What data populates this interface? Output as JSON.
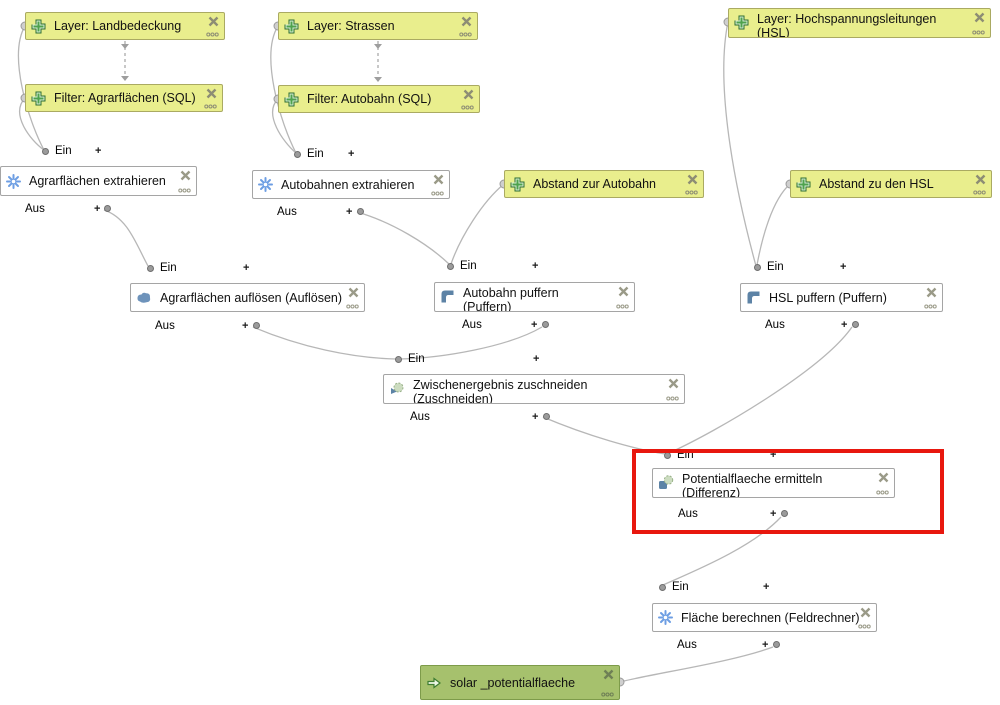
{
  "ports": {
    "in": "Ein",
    "out": "Aus",
    "plus": "+"
  },
  "colors": {
    "param_fill": "#e9ee8d",
    "param_border": "#aaaa62",
    "algorithm_fill": "#ffffff",
    "algorithm_border": "#a5a5a5",
    "output_fill": "#a6c16d",
    "output_border": "#7d9b4a",
    "connector": "#b7b7b7",
    "highlight_red": "#e8170e",
    "algorithm_icon_blue": "#6d9ee3",
    "vector_icon_blue": "#5d83a6",
    "input_icon_green": "#4ea24e"
  },
  "icons": {
    "param": "add-input-icon",
    "algorithm": "gear-icon",
    "dissolve": "dissolve-icon",
    "buffer": "buffer-icon",
    "clip": "clip-icon",
    "difference": "difference-icon",
    "output": "output-arrow-icon",
    "collapse": "collapse-x-icon",
    "comment": "comment-dots-icon"
  },
  "nodes": {
    "layer_landbedeckung": {
      "title": "Layer: Landbedeckung"
    },
    "filter_agrarflaechen": {
      "title": "Filter: Agrarflächen (SQL)"
    },
    "layer_strassen": {
      "title": "Layer: Strassen"
    },
    "filter_autobahn": {
      "title": "Filter: Autobahn (SQL)"
    },
    "layer_hsl": {
      "title": "Layer: Hochspannungsleitungen (HSL)"
    },
    "abstand_autobahn": {
      "title": "Abstand zur Autobahn"
    },
    "abstand_hsl": {
      "title": "Abstand zu den HSL"
    },
    "agrar_extrahieren": {
      "title": "Agrarflächen extrahieren"
    },
    "autobahnen_extrahieren": {
      "title": "Autobahnen extrahieren"
    },
    "agrar_aufloesen": {
      "title": "Agrarflächen auflösen (Auflösen)"
    },
    "autobahn_puffern": {
      "title": "Autobahn puffern (Puffern)"
    },
    "hsl_puffern": {
      "title": "HSL puffern (Puffern)"
    },
    "zwischenergebnis": {
      "title": "Zwischenergebnis zuschneiden (Zuschneiden)"
    },
    "potentialflaeche": {
      "title": "Potentialflaeche ermitteln (Differenz)"
    },
    "flaeche_berechnen": {
      "title": "Fläche berechnen (Feldrechner)"
    },
    "output_solar": {
      "title": "solar _potentialflaeche"
    }
  }
}
